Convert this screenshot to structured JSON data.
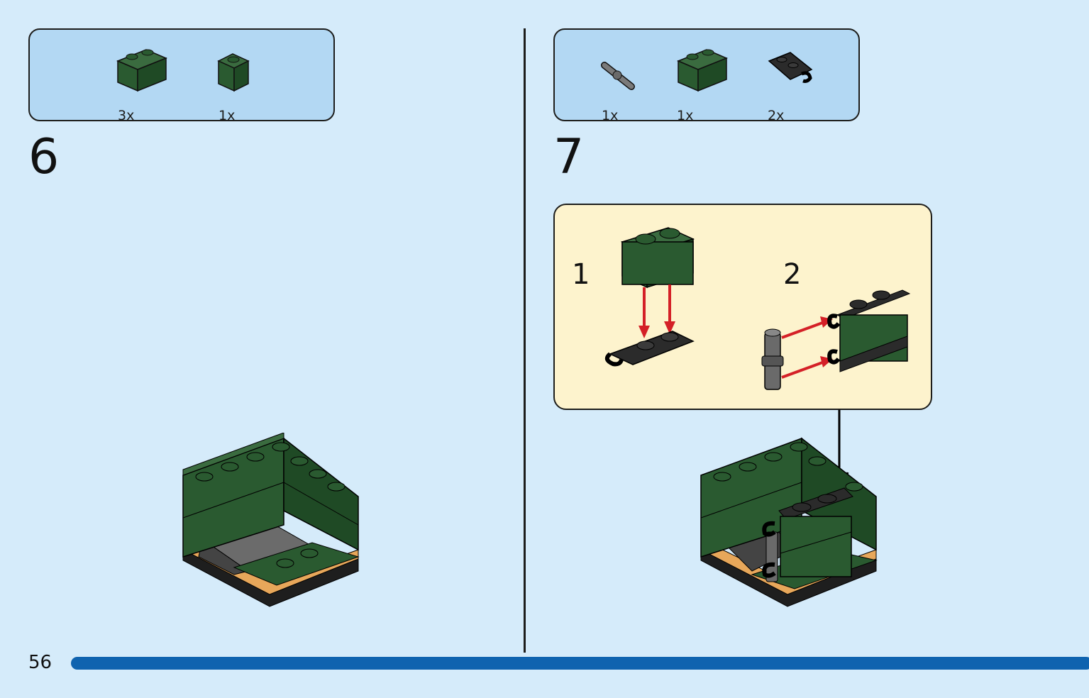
{
  "page": {
    "number": "56"
  },
  "steps": [
    {
      "number": "6",
      "parts": [
        {
          "name": "brick-1x2-dark-green",
          "qty": "3x"
        },
        {
          "name": "brick-1x1-dark-green",
          "qty": "1x"
        }
      ]
    },
    {
      "number": "7",
      "parts": [
        {
          "name": "pin-connector-gray",
          "qty": "1x"
        },
        {
          "name": "brick-1x2-dark-green",
          "qty": "1x"
        },
        {
          "name": "plate-clip-black",
          "qty": "2x"
        }
      ],
      "substeps": [
        {
          "number": "1"
        },
        {
          "number": "2"
        }
      ]
    }
  ],
  "colors": {
    "background": "#d5ebfa",
    "parts_box": "#b3d8f3",
    "substep_box": "#fdf3cd",
    "brick_green": "#2a5a30",
    "arrow_red": "#d42027",
    "progress_blue": "#0f63af"
  }
}
